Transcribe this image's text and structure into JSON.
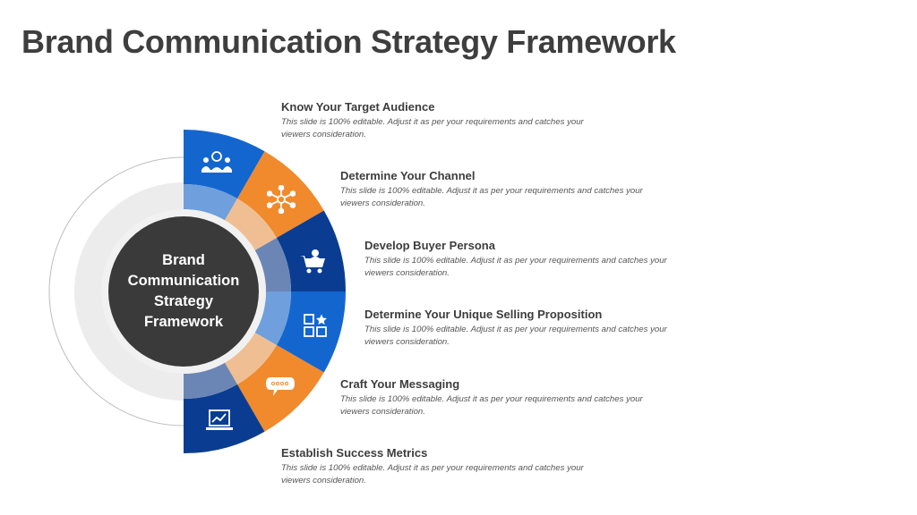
{
  "slide": {
    "title": "Brand Communication Strategy Framework"
  },
  "center": {
    "lines": [
      "Brand",
      "Communication",
      "Strategy",
      "Framework"
    ]
  },
  "colors": {
    "blue": "#1466cf",
    "orange": "#f08a2c",
    "dark_blue": "#0a3d91",
    "center_dark": "#3a3a3a",
    "ring_gray": "#ececec",
    "title_text": "#3e3e3e"
  },
  "steps": [
    {
      "title": "Know Your Target Audience",
      "description": "This slide is 100% editable. Adjust it as per your requirements and catches your viewers consideration.",
      "icon": "audience-group-icon",
      "color": "blue"
    },
    {
      "title": "Determine Your Channel",
      "description": "This slide is 100% editable. Adjust it as per your requirements and catches your viewers consideration.",
      "icon": "network-hub-icon",
      "color": "orange"
    },
    {
      "title": "Develop Buyer Persona",
      "description": "This slide is 100% editable. Adjust it as per your requirements and catches your viewers consideration.",
      "icon": "shopping-cart-person-icon",
      "color": "dark_blue"
    },
    {
      "title": "Determine Your Unique Selling Proposition",
      "description": "This slide is 100% editable. Adjust it as per your requirements and catches your viewers consideration.",
      "icon": "grid-star-icon",
      "color": "blue"
    },
    {
      "title": "Craft Your Messaging",
      "description": "This slide is 100% editable. Adjust it as per your requirements and catches your viewers consideration.",
      "icon": "speech-bubble-icon",
      "color": "orange"
    },
    {
      "title": "Establish Success Metrics",
      "description": "This slide is 100% editable. Adjust it as per your requirements and catches your viewers consideration.",
      "icon": "laptop-chart-icon",
      "color": "dark_blue"
    }
  ]
}
